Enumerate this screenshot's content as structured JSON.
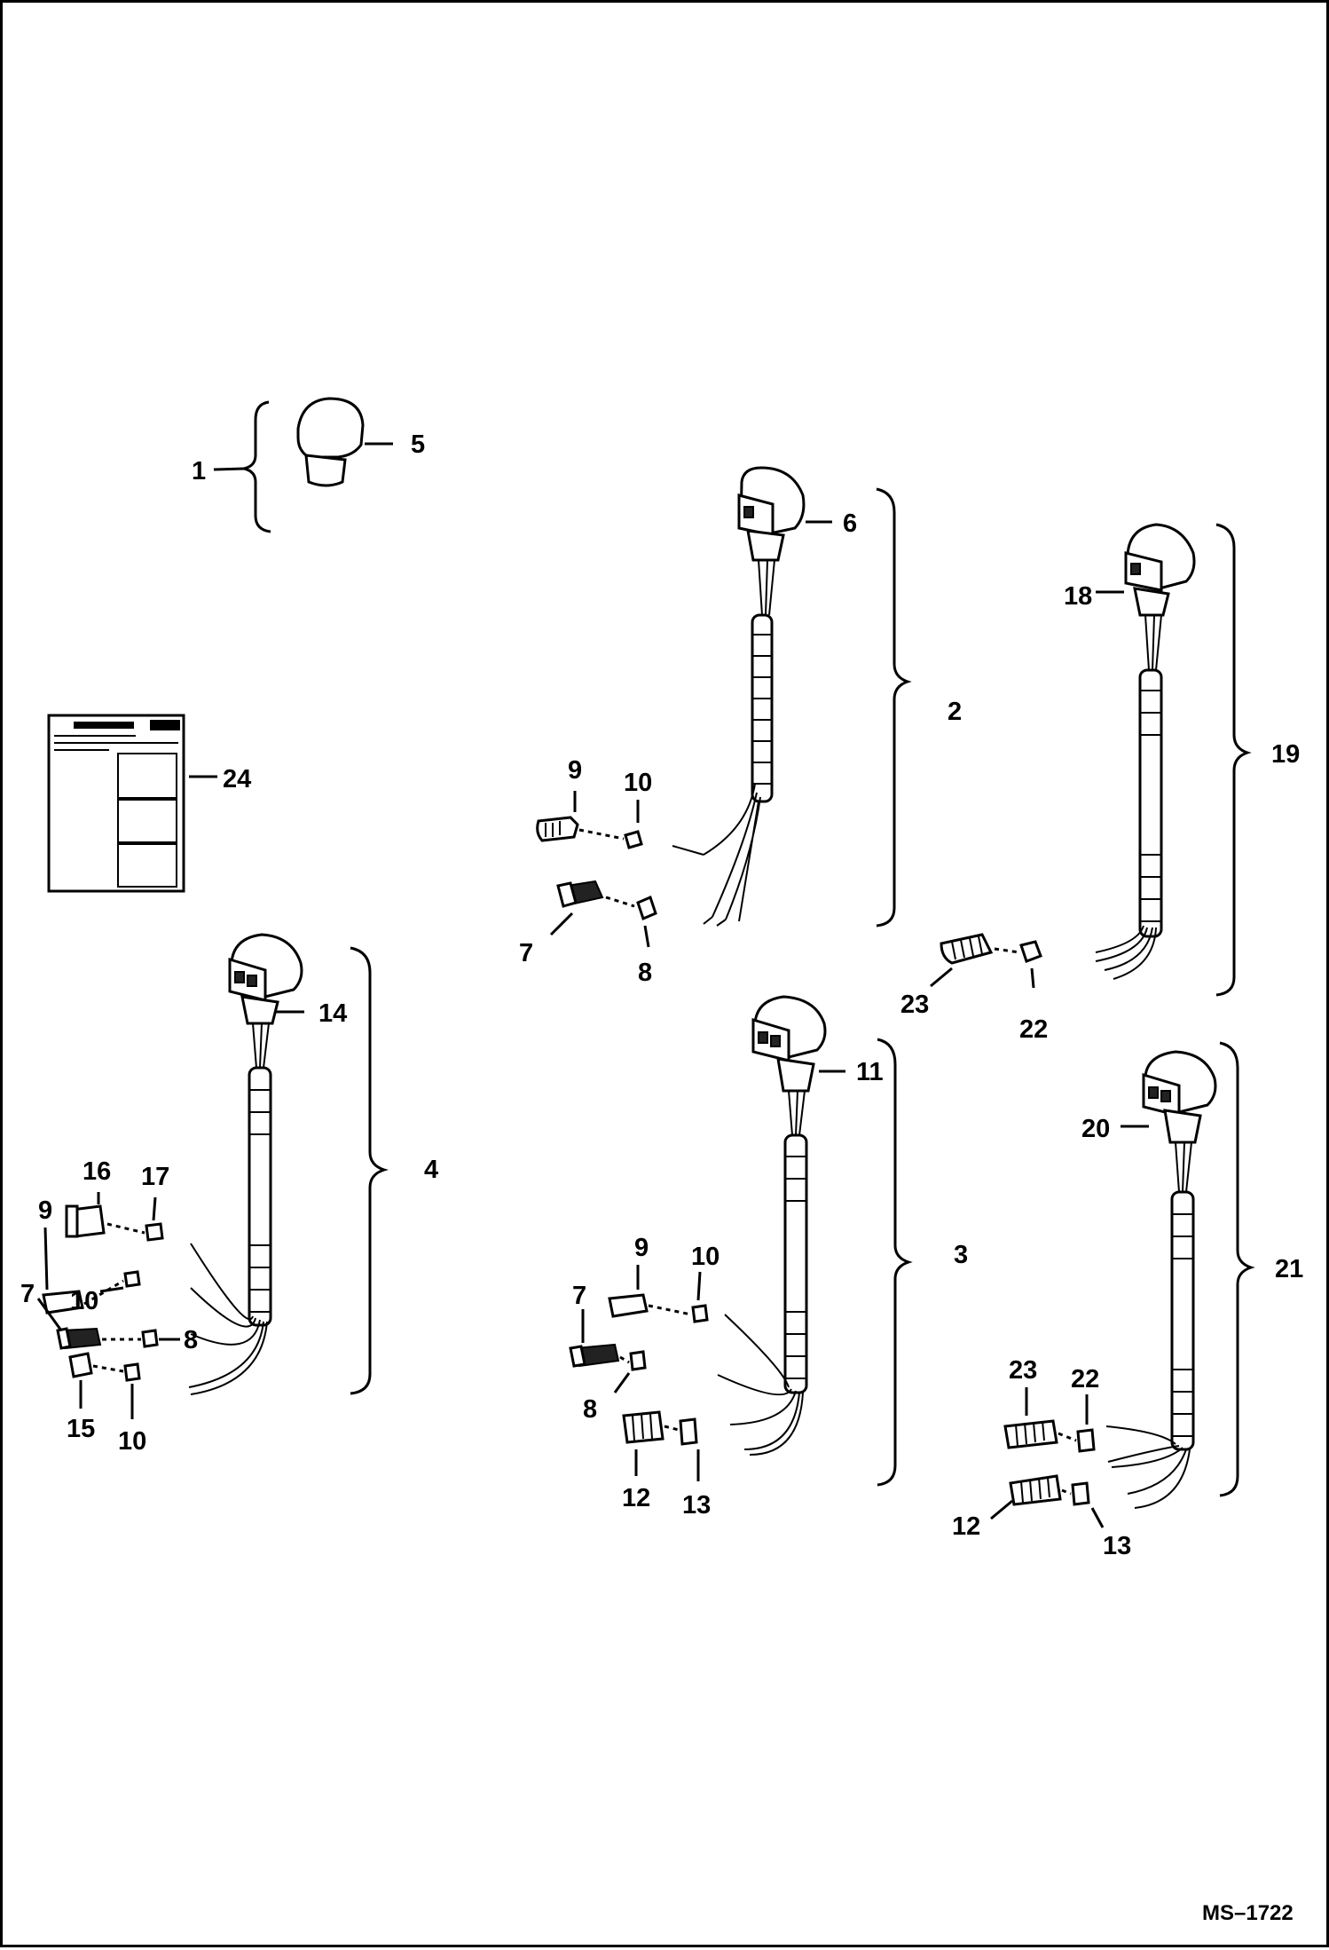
{
  "diagram": {
    "drawing_code": "MS–1722",
    "callouts": [
      "1",
      "2",
      "3",
      "4",
      "5",
      "6",
      "7",
      "8",
      "9",
      "10",
      "11",
      "12",
      "13",
      "14",
      "15",
      "16",
      "17",
      "18",
      "19",
      "20",
      "21",
      "22",
      "23",
      "24"
    ]
  }
}
